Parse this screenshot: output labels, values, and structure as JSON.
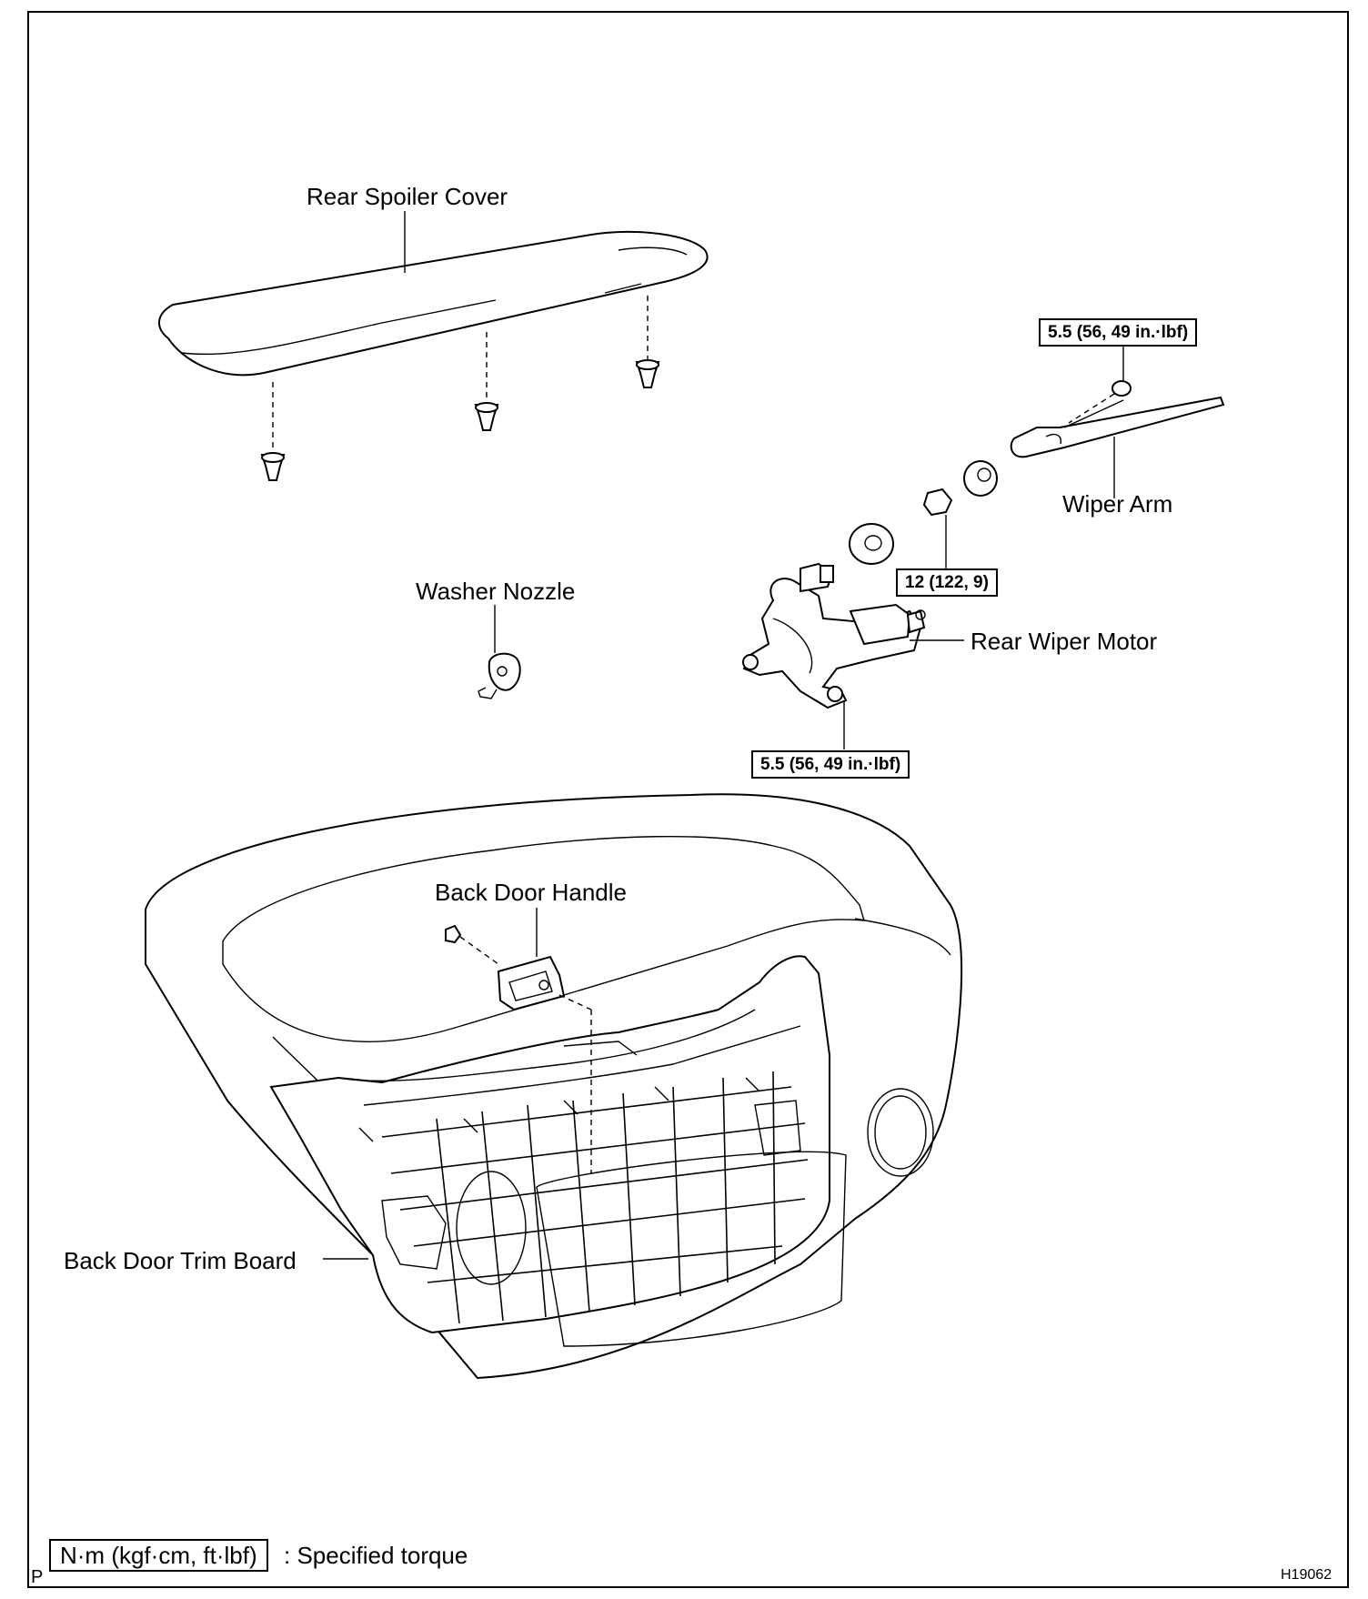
{
  "labels": {
    "rear_spoiler_cover": "Rear Spoiler Cover",
    "washer_nozzle": "Washer Nozzle",
    "wiper_arm": "Wiper Arm",
    "rear_wiper_motor": "Rear Wiper Motor",
    "back_door_handle": "Back Door Handle",
    "back_door_trim_board": "Back Door Trim Board"
  },
  "torques": {
    "wiper_arm_nut": "5.5 (56, 49 in.·lbf)",
    "motor_nut": "12 (122, 9)",
    "motor_bolt": "5.5 (56, 49 in.·lbf)"
  },
  "legend": {
    "unit_box": "N·m (kgf·cm, ft·lbf)",
    "description": ": Specified torque"
  },
  "footer": {
    "corner_mark": "P",
    "figure_id": "H19062"
  }
}
